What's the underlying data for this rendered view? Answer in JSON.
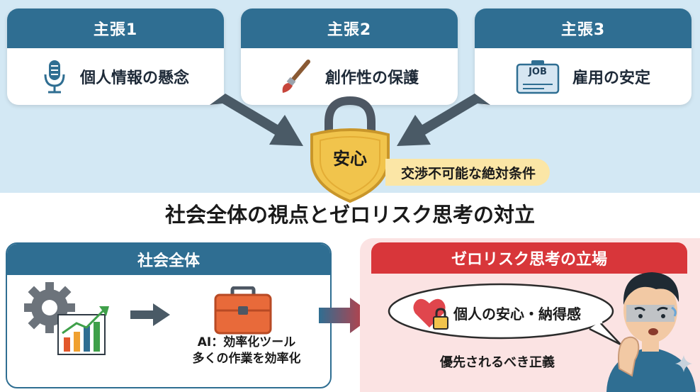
{
  "claims": [
    {
      "header": "主張1",
      "label": "個人情報の懸念",
      "icon": "microphone-icon"
    },
    {
      "header": "主張2",
      "label": "創作性の保護",
      "icon": "paintbrush-icon"
    },
    {
      "header": "主張3",
      "label": "雇用の安定",
      "icon": "job-badge-icon",
      "icon_text": "JOB"
    }
  ],
  "shield": {
    "label": "安心",
    "note": "交渉不可能な絶対条件"
  },
  "conflict_title": "社会全体の視点とゼロリスク思考の対立",
  "society": {
    "header": "社会全体",
    "caption_line1": "AI：効率化ツール",
    "caption_line2": "多くの作業を効率化"
  },
  "zero_risk": {
    "header": "ゼロリスク思考の立場",
    "bubble": "個人の安心・納得感",
    "caption": "優先されるべき正義"
  },
  "colors": {
    "accent_blue": "#2f6e92",
    "accent_red": "#d8363a",
    "shield_gold": "#f1c44c",
    "top_bg": "#d3e8f4"
  }
}
